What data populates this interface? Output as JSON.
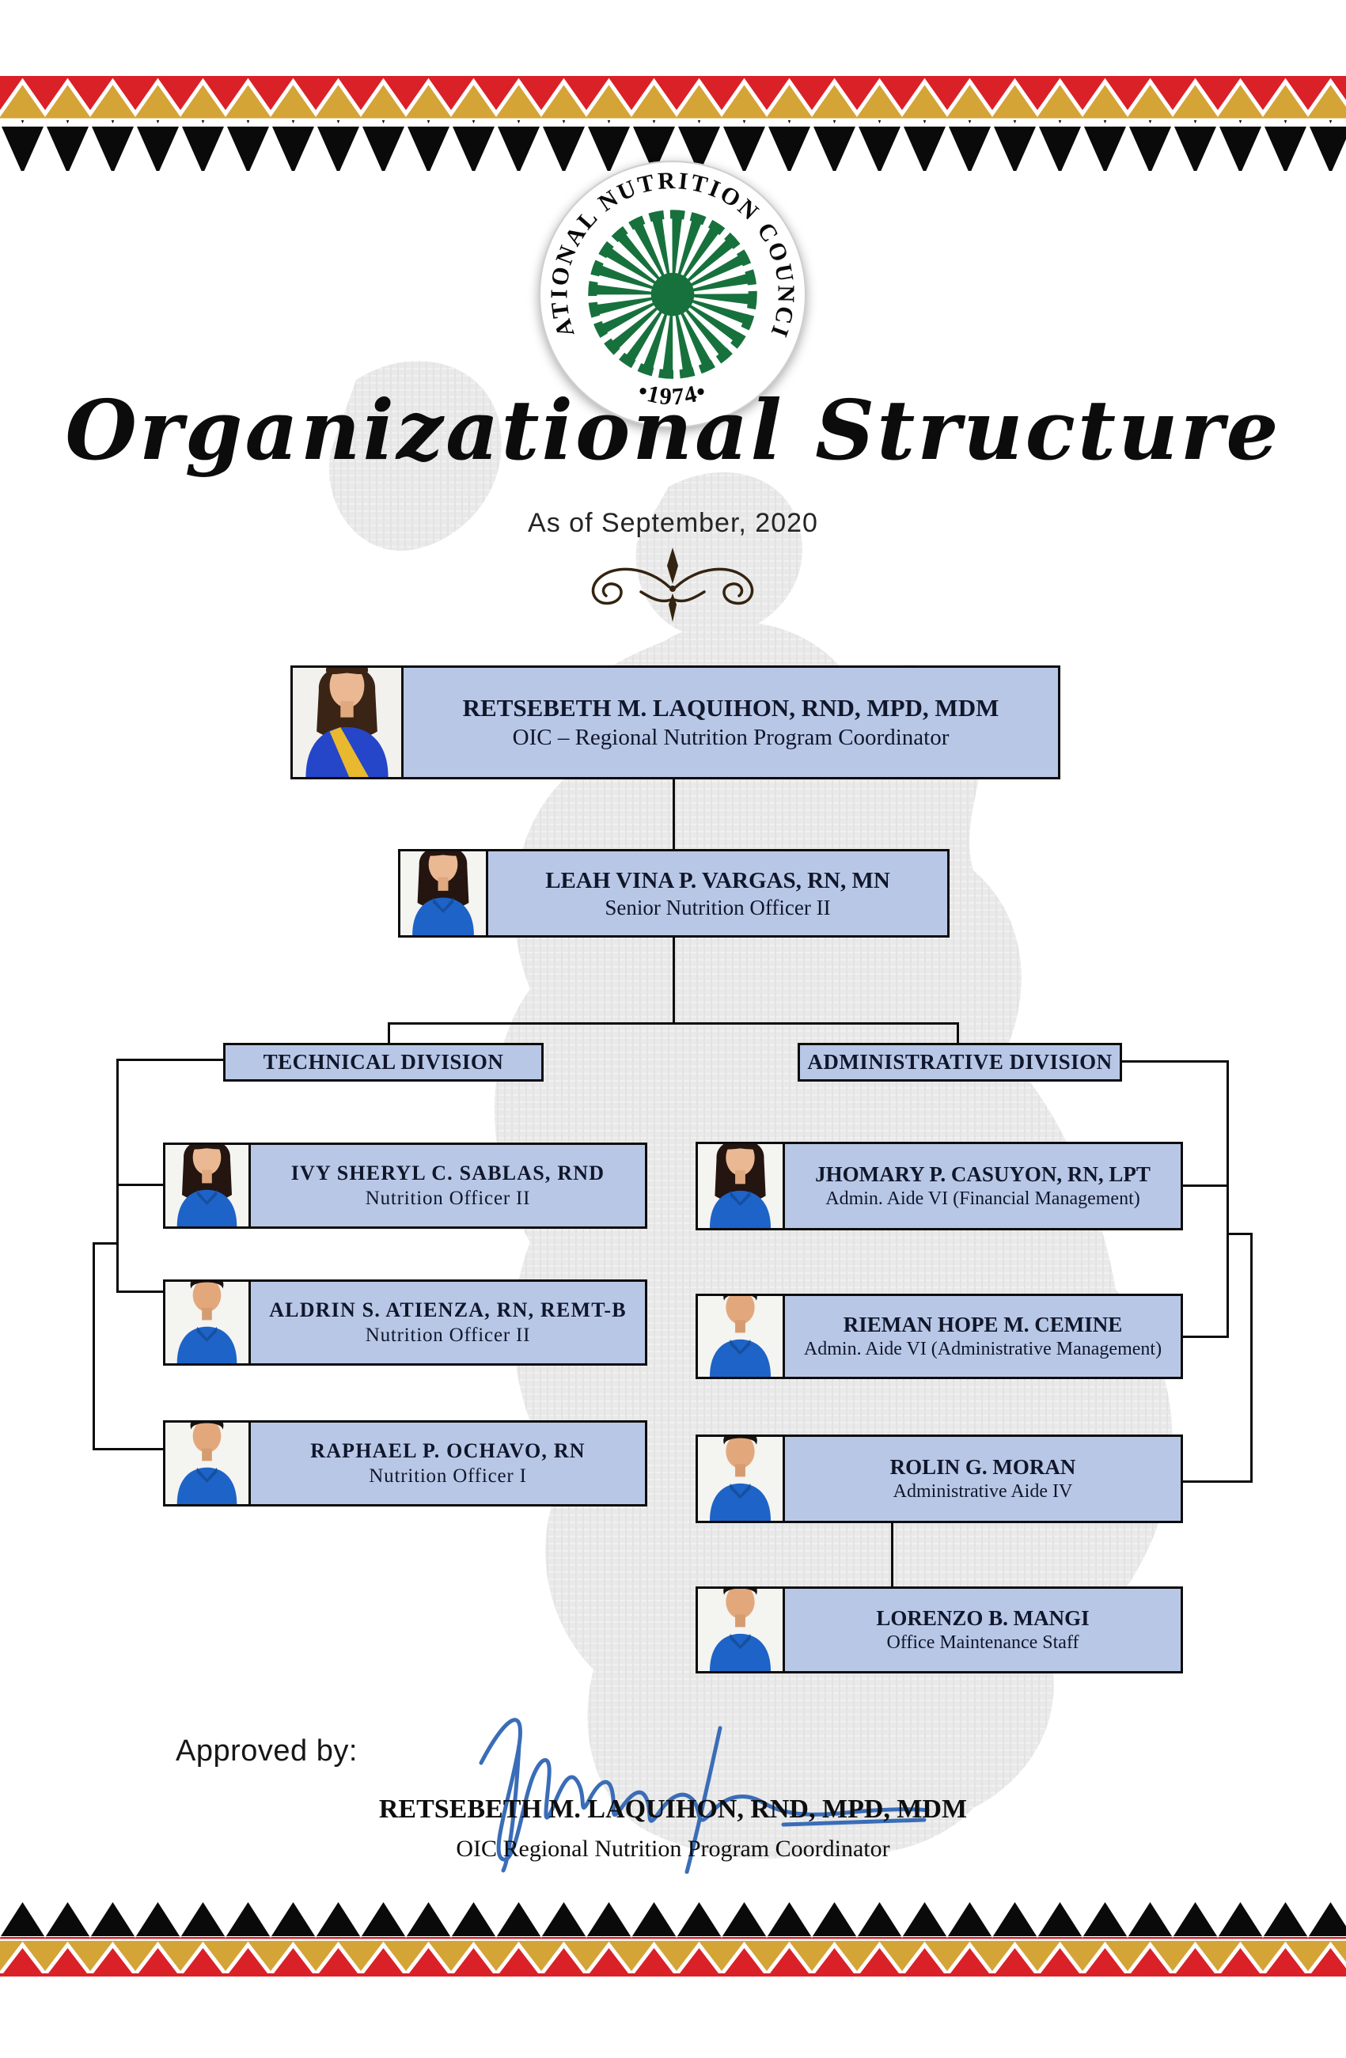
{
  "page": {
    "title": "Organizational Structure",
    "subtitle": "As of September, 2020"
  },
  "logo": {
    "ring_text": "NATIONAL NUTRITION COUNCIL",
    "year_text": "•1974•",
    "green": "#17713c"
  },
  "org": {
    "coordinator": {
      "name": "RETSEBETH M. LAQUIHON, RND, MPD, MDM",
      "role": "OIC – Regional Nutrition Program Coordinator"
    },
    "senior": {
      "name": "LEAH VINA P. VARGAS, RN, MN",
      "role": "Senior Nutrition Officer II"
    },
    "divisions": [
      {
        "label": "TECHNICAL DIVISION"
      },
      {
        "label": "ADMINISTRATIVE DIVISION"
      }
    ],
    "technical_staff": [
      {
        "name": "IVY SHERYL C. SABLAS, RND",
        "role": "Nutrition Officer II"
      },
      {
        "name": "ALDRIN S. ATIENZA, RN, REMT-B",
        "role": "Nutrition Officer II"
      },
      {
        "name": "RAPHAEL P. OCHAVO, RN",
        "role": "Nutrition Officer I"
      }
    ],
    "admin_staff": [
      {
        "name": "JHOMARY P. CASUYON, RN, LPT",
        "role": "Admin. Aide VI (Financial Management)"
      },
      {
        "name": "RIEMAN HOPE M. CEMINE",
        "role": "Admin. Aide VI (Administrative Management)"
      },
      {
        "name": "ROLIN G. MORAN",
        "role": "Administrative Aide IV"
      },
      {
        "name": "LORENZO B. MANGI",
        "role": "Office Maintenance Staff"
      }
    ]
  },
  "approval": {
    "label": "Approved by:",
    "name": "RETSEBETH M. LAQUIHON, RND, MPD, MDM",
    "role": "OIC Regional Nutrition Program Coordinator"
  },
  "colors": {
    "box_fill": "#b9c7e7",
    "border_red": "#da2128",
    "border_gold": "#d4a437",
    "border_black": "#0a0a0a",
    "signature_blue": "#3a6db8"
  }
}
